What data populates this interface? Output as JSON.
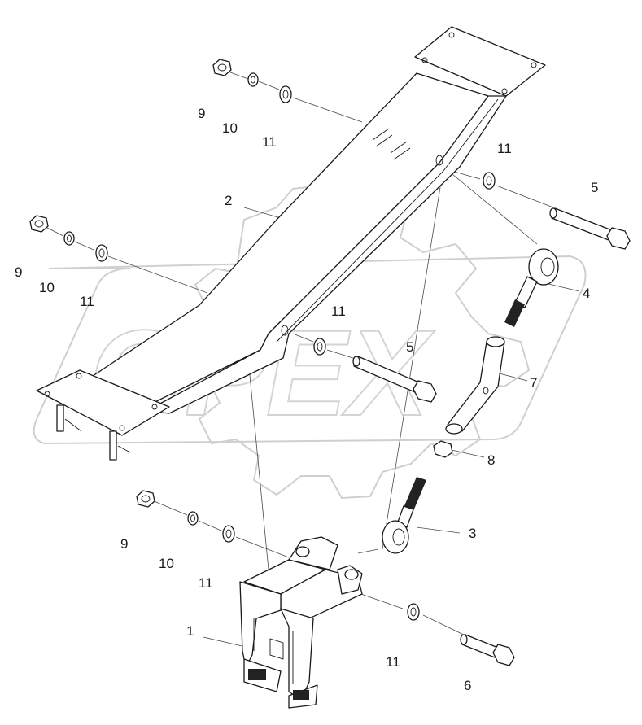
{
  "watermark": {
    "text": "OPEX"
  },
  "callouts": {
    "c9a": "9",
    "c10a": "10",
    "c11a": "11",
    "c2": "2",
    "c11b": "11",
    "c5a": "5",
    "c9b": "9",
    "c10b": "10",
    "c11c": "11",
    "c4": "4",
    "c11d": "11",
    "c5b": "5",
    "c7": "7",
    "c8": "8",
    "c9c": "9",
    "c10c": "10",
    "c11e": "11",
    "c3": "3",
    "c1": "1",
    "c11f": "11",
    "c6": "6"
  }
}
